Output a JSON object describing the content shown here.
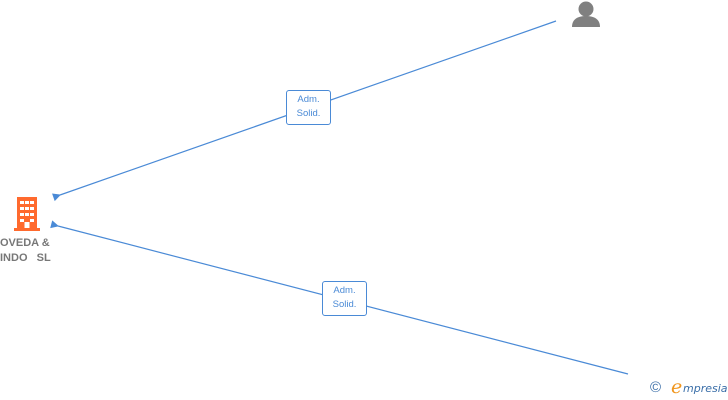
{
  "company": {
    "name": "OVEDA &\nINDO   SL",
    "icon": "building-icon",
    "color": "#ff6a2e"
  },
  "person": {
    "icon": "person-icon",
    "color": "#808080"
  },
  "edges": [
    {
      "from": "person",
      "to": "company",
      "label_line1": "Adm.",
      "label_line2": "Solid."
    },
    {
      "from": "offscreen-node",
      "to": "company",
      "label_line1": "Adm.",
      "label_line2": "Solid."
    }
  ],
  "colors": {
    "edge": "#4a8ad6",
    "label_text": "#4a8ad6",
    "company_text": "#777777",
    "brand_blue": "#3a6ea8",
    "brand_orange": "#f0961e"
  },
  "footer": {
    "copyright": "©",
    "brand_initial": "e",
    "brand_rest": "mpresia"
  }
}
